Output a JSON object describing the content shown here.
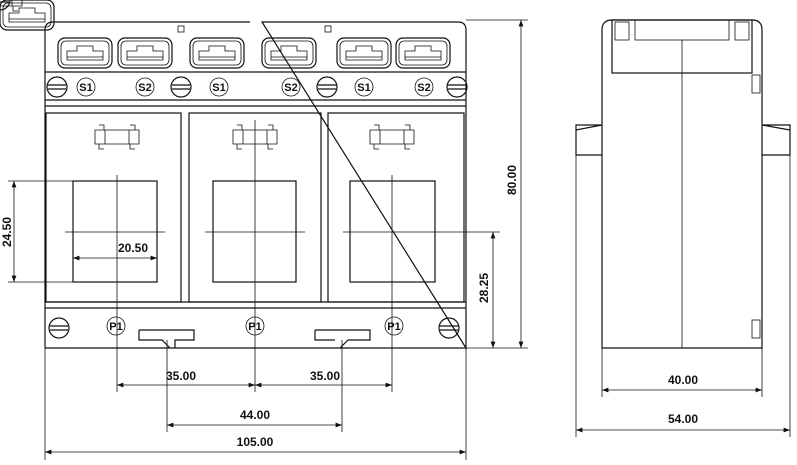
{
  "front_view": {
    "terminal_labels": [
      "S1",
      "S2",
      "S1",
      "S2",
      "S1",
      "S2"
    ],
    "primary_labels": [
      "P1",
      "P1",
      "P1"
    ]
  },
  "dimensions": {
    "height_total": "80.00",
    "center_height": "28.25",
    "aperture_height": "24.50",
    "aperture_width": "20.50",
    "pitch_1": "35.00",
    "pitch_2": "35.00",
    "din_spacing": "44.00",
    "width_total": "105.00",
    "side_body_depth": "40.00",
    "side_total_depth": "54.00"
  }
}
